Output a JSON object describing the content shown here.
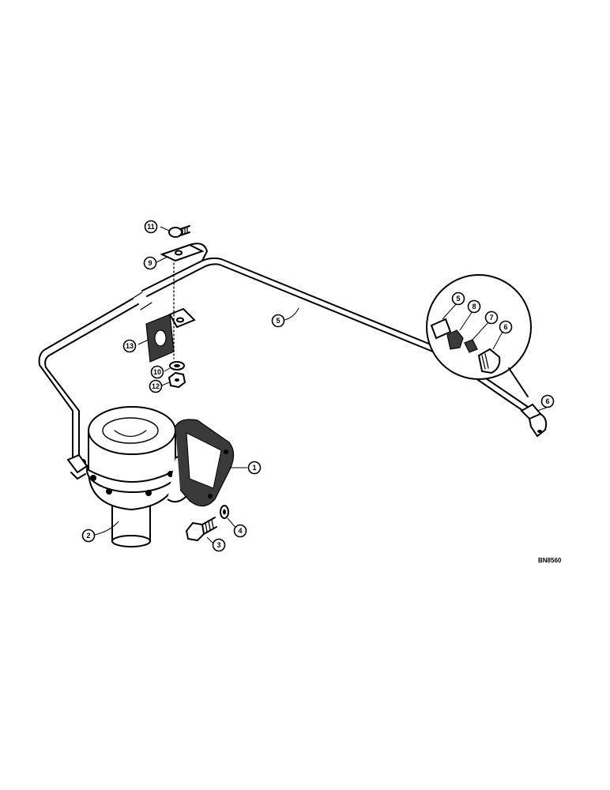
{
  "reference_code": "BN8560",
  "callouts": [
    {
      "id": "1",
      "label": "1"
    },
    {
      "id": "2",
      "label": "2"
    },
    {
      "id": "3",
      "label": "3"
    },
    {
      "id": "4",
      "label": "4"
    },
    {
      "id": "5-line",
      "label": "5"
    },
    {
      "id": "5-detail",
      "label": "5"
    },
    {
      "id": "6-detail",
      "label": "6"
    },
    {
      "id": "6-fitting",
      "label": "6"
    },
    {
      "id": "7",
      "label": "7"
    },
    {
      "id": "8",
      "label": "8"
    },
    {
      "id": "9",
      "label": "9"
    },
    {
      "id": "10",
      "label": "10"
    },
    {
      "id": "11",
      "label": "11"
    },
    {
      "id": "12",
      "label": "12"
    },
    {
      "id": "13",
      "label": "13"
    }
  ],
  "parts": [
    {
      "number": "1",
      "icon": "mounting-gasket-icon"
    },
    {
      "number": "2",
      "icon": "fuel-pump-icon"
    },
    {
      "number": "3",
      "icon": "bolt-icon"
    },
    {
      "number": "4",
      "icon": "lock-washer-icon"
    },
    {
      "number": "5",
      "icon": "fuel-line-tube-icon"
    },
    {
      "number": "6",
      "icon": "elbow-fitting-icon"
    },
    {
      "number": "7",
      "icon": "sleeve-icon"
    },
    {
      "number": "8",
      "icon": "nut-icon"
    },
    {
      "number": "9",
      "icon": "clip-icon"
    },
    {
      "number": "10",
      "icon": "screw-icon"
    },
    {
      "number": "11",
      "icon": "lock-washer-icon"
    },
    {
      "number": "12",
      "icon": "hex-nut-icon"
    },
    {
      "number": "13",
      "icon": "bracket-icon"
    }
  ]
}
